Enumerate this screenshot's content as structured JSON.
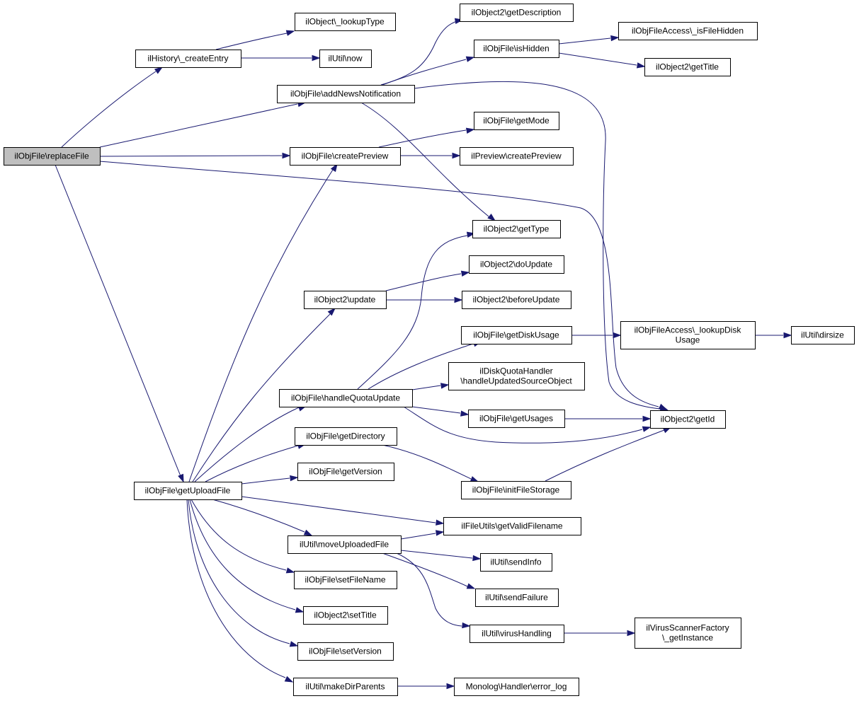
{
  "colors": {
    "edge": "#191970",
    "root_fill": "#bfbfbf",
    "node_fill": "#ffffff",
    "node_border": "#000000"
  },
  "nodes": [
    {
      "id": "replaceFile",
      "lines": [
        "ilObjFile\\replaceFile"
      ],
      "root": true
    },
    {
      "id": "createEntry",
      "lines": [
        "ilHistory\\_createEntry"
      ]
    },
    {
      "id": "lookupType",
      "lines": [
        "ilObject\\_lookupType"
      ]
    },
    {
      "id": "now",
      "lines": [
        "ilUtil\\now"
      ]
    },
    {
      "id": "addNews",
      "lines": [
        "ilObjFile\\addNewsNotification"
      ]
    },
    {
      "id": "getDescription",
      "lines": [
        "ilObject2\\getDescription"
      ]
    },
    {
      "id": "isHidden",
      "lines": [
        "ilObjFile\\isHidden"
      ]
    },
    {
      "id": "isFileHidden",
      "lines": [
        "ilObjFileAccess\\_isFileHidden"
      ]
    },
    {
      "id": "getTitle",
      "lines": [
        "ilObject2\\getTitle"
      ]
    },
    {
      "id": "createPreviewObj",
      "lines": [
        "ilObjFile\\createPreview"
      ]
    },
    {
      "id": "getMode",
      "lines": [
        "ilObjFile\\getMode"
      ]
    },
    {
      "id": "createPreviewPrev",
      "lines": [
        "ilPreview\\createPreview"
      ]
    },
    {
      "id": "getType",
      "lines": [
        "ilObject2\\getType"
      ]
    },
    {
      "id": "doUpdate",
      "lines": [
        "ilObject2\\doUpdate"
      ]
    },
    {
      "id": "update",
      "lines": [
        "ilObject2\\update"
      ]
    },
    {
      "id": "beforeUpdate",
      "lines": [
        "ilObject2\\beforeUpdate"
      ]
    },
    {
      "id": "getDiskUsage",
      "lines": [
        "ilObjFile\\getDiskUsage"
      ]
    },
    {
      "id": "lookupDiskUsage",
      "lines": [
        "ilObjFileAccess\\_lookupDisk",
        "Usage"
      ]
    },
    {
      "id": "dirsize",
      "lines": [
        "ilUtil\\dirsize"
      ]
    },
    {
      "id": "handleUpdated",
      "lines": [
        "ilDiskQuotaHandler",
        "\\handleUpdatedSourceObject"
      ]
    },
    {
      "id": "handleQuota",
      "lines": [
        "ilObjFile\\handleQuotaUpdate"
      ]
    },
    {
      "id": "getUsages",
      "lines": [
        "ilObjFile\\getUsages"
      ]
    },
    {
      "id": "getId",
      "lines": [
        "ilObject2\\getId"
      ]
    },
    {
      "id": "getDirectory",
      "lines": [
        "ilObjFile\\getDirectory"
      ]
    },
    {
      "id": "getVersion",
      "lines": [
        "ilObjFile\\getVersion"
      ]
    },
    {
      "id": "getUploadFile",
      "lines": [
        "ilObjFile\\getUploadFile"
      ]
    },
    {
      "id": "initFileStorage",
      "lines": [
        "ilObjFile\\initFileStorage"
      ]
    },
    {
      "id": "getValidFilename",
      "lines": [
        "ilFileUtils\\getValidFilename"
      ]
    },
    {
      "id": "moveUploaded",
      "lines": [
        "ilUtil\\moveUploadedFile"
      ]
    },
    {
      "id": "sendInfo",
      "lines": [
        "ilUtil\\sendInfo"
      ]
    },
    {
      "id": "setFileName",
      "lines": [
        "ilObjFile\\setFileName"
      ]
    },
    {
      "id": "sendFailure",
      "lines": [
        "ilUtil\\sendFailure"
      ]
    },
    {
      "id": "setTitle",
      "lines": [
        "ilObject2\\setTitle"
      ]
    },
    {
      "id": "virusHandling",
      "lines": [
        "ilUtil\\virusHandling"
      ]
    },
    {
      "id": "getInstance",
      "lines": [
        "ilVirusScannerFactory",
        "\\_getInstance"
      ]
    },
    {
      "id": "setVersion",
      "lines": [
        "ilObjFile\\setVersion"
      ]
    },
    {
      "id": "makeDirParents",
      "lines": [
        "ilUtil\\makeDirParents"
      ]
    },
    {
      "id": "errorLog",
      "lines": [
        "Monolog\\Handler\\error_log"
      ]
    }
  ]
}
